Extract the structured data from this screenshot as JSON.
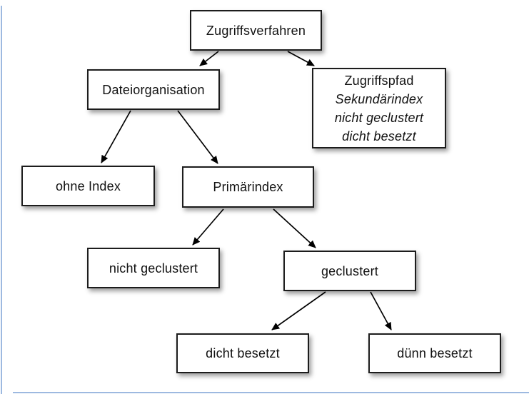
{
  "colors": {
    "background": "#ffffff",
    "box_border": "#1c1c1c",
    "box_fill": "#ffffff",
    "text": "#111111",
    "arrow": "#000000",
    "accent_edge": "#9db9e0"
  },
  "diagram": {
    "type": "tree",
    "nodes": {
      "root": {
        "label": "Zugriffsverfahren"
      },
      "dateiorganisation": {
        "label": "Dateiorganisation"
      },
      "zugriffspfad": {
        "title": "Zugriffspfad",
        "line2": "Sekundärindex",
        "line3": "nicht geclustert",
        "line4": "dicht besetzt"
      },
      "ohne_index": {
        "label": "ohne Index"
      },
      "primaerindex": {
        "label": "Primärindex"
      },
      "nicht_geclustert": {
        "label": "nicht geclustert"
      },
      "geclustert": {
        "label": "geclustert"
      },
      "dicht_besetzt": {
        "label": "dicht besetzt"
      },
      "duenn_besetzt": {
        "label": "dünn besetzt"
      }
    },
    "edges": [
      {
        "from": "root",
        "to": "dateiorganisation"
      },
      {
        "from": "root",
        "to": "zugriffspfad"
      },
      {
        "from": "dateiorganisation",
        "to": "ohne_index"
      },
      {
        "from": "dateiorganisation",
        "to": "primaerindex"
      },
      {
        "from": "primaerindex",
        "to": "nicht_geclustert"
      },
      {
        "from": "primaerindex",
        "to": "geclustert"
      },
      {
        "from": "geclustert",
        "to": "dicht_besetzt"
      },
      {
        "from": "geclustert",
        "to": "duenn_besetzt"
      }
    ]
  }
}
